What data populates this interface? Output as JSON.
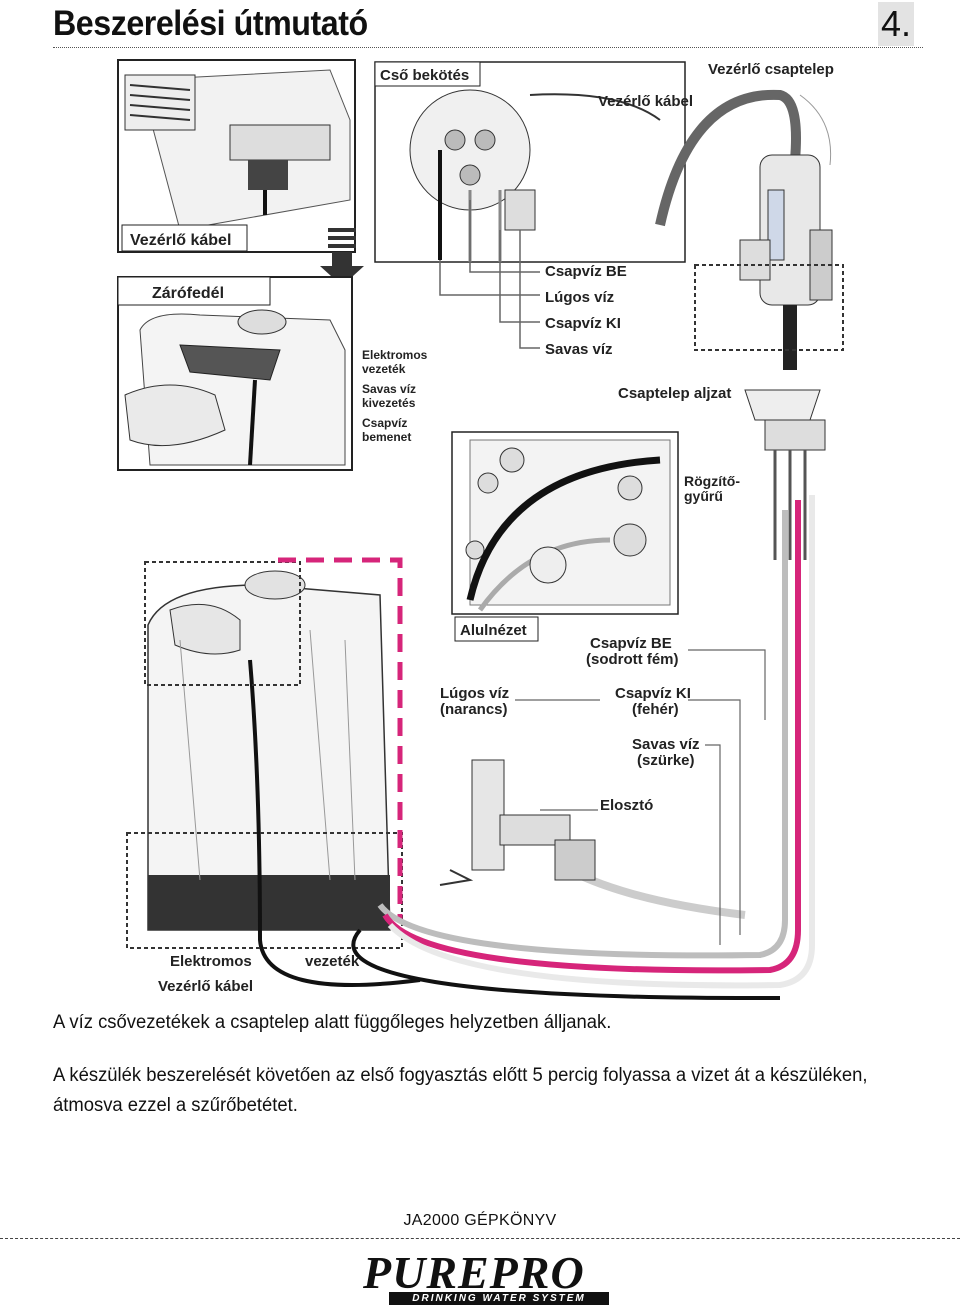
{
  "header": {
    "title": "Beszerelési útmutató",
    "number": "4."
  },
  "labels": {
    "vezerlo_kabel_top": "Vezérlő kábel",
    "zarofedel": "Zárófedél",
    "cso_bekotes": "Cső bekötés",
    "vezerlo_kabel_mid": "Vezérlő kábel",
    "vezerlo_csaptelep": "Vezérlő csaptelep",
    "csapviz_be": "Csapvíz BE",
    "lugos_viz": "Lúgos víz",
    "csapviz_ki": "Csapvíz KI",
    "savas_viz": "Savas víz",
    "elektromos": "Elektromos",
    "vezetek": "vezeték",
    "savas_viz_small": "Savas víz",
    "kivezetes": "kivezetés",
    "csapviz_small": "Csapvíz",
    "bemenet": "bemenet",
    "csaptelep_aljzat": "Csaptelep aljzat",
    "rogzito": "Rögzítő-",
    "gyuru": "gyűrű",
    "alulnezet": "Alulnézet",
    "csapviz_be2": "Csapvíz BE",
    "sodrott_fem": "(sodrott fém)",
    "lugos_viz2": "Lúgos víz",
    "narancs": "(narancs)",
    "csapviz_ki2": "Csapvíz KI",
    "feher": "(fehér)",
    "savas_viz2": "Savas víz",
    "szurke": "(szürke)",
    "eloszto": "Elosztó",
    "elektromos_bottom": "Elektromos",
    "vezetek_bottom": "vezeték",
    "vezerlo_kabel_bottom": "Vezérlő kábel"
  },
  "body": {
    "line1": "A víz csővezetékek a csaptelep alatt függőleges helyzetben álljanak.",
    "line2": "A készülék beszerelését követően az első fogyasztás előtt 5 percig folyassa a vizet át a készüléken,",
    "line3": "átmosva ezzel a szűrőbetétet."
  },
  "footer": {
    "manual": "JA2000 GÉPKÖNYV",
    "logo": "PUREPRO",
    "logo_tagline": "DRINKING WATER SYSTEM"
  },
  "colors": {
    "accent": "#d6257a",
    "ink": "#111111",
    "tube_gray": "#bdbdbd"
  }
}
